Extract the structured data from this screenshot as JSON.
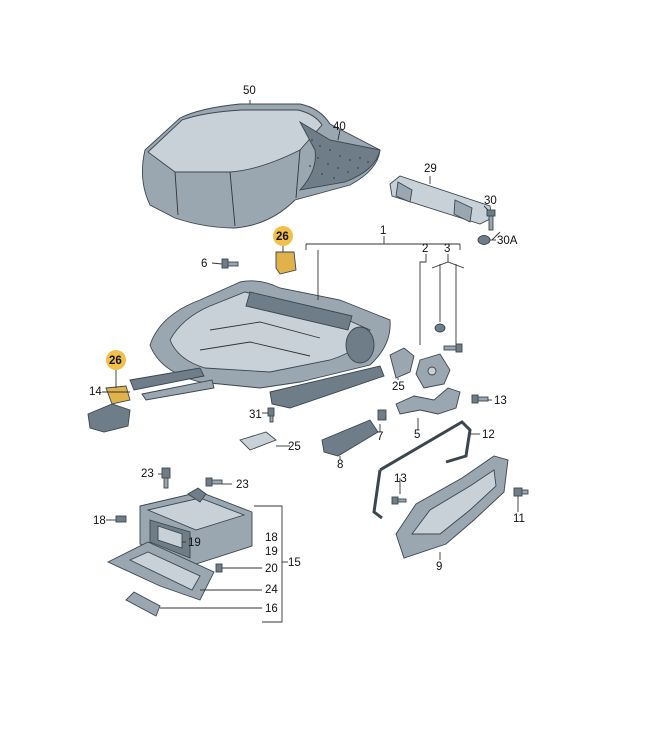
{
  "labels": {
    "p50": "50",
    "p40": "40",
    "p29": "29",
    "p30": "30",
    "p30a": "30A",
    "p26a": "26",
    "p26b": "26",
    "p6": "6",
    "p1": "1",
    "p2": "2",
    "p3": "3",
    "p14": "14",
    "p31": "31",
    "p25a": "25",
    "p25b": "25",
    "p13a": "13",
    "p13b": "13",
    "p7": "7",
    "p5": "5",
    "p12": "12",
    "p8": "8",
    "p23a": "23",
    "p23b": "23",
    "p18a": "18",
    "p18b": "18",
    "p19a": "19",
    "p19b": "19",
    "p15": "15",
    "p20": "20",
    "p24": "24",
    "p16": "16",
    "p9": "9",
    "p11": "11"
  },
  "colors": {
    "highlight": "#f2c04a",
    "part_dark": "#6f7d88",
    "part_mid": "#9aa6b0",
    "part_light": "#c9d1d8"
  }
}
